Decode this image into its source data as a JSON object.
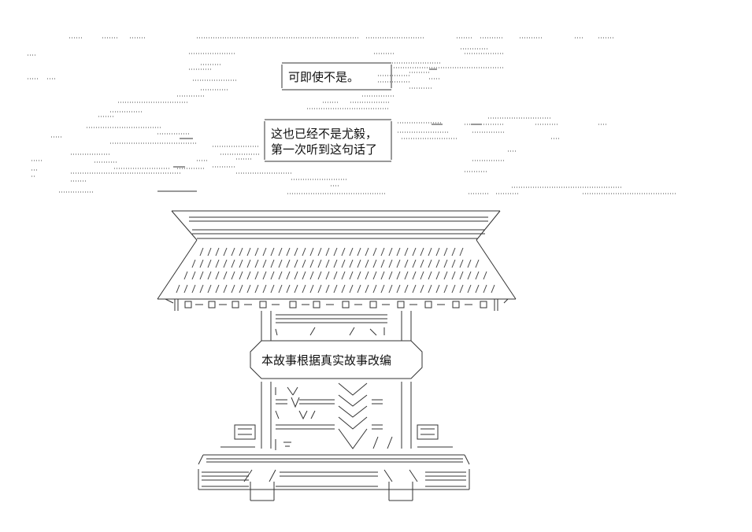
{
  "bubbles": {
    "top": "可即使不是。",
    "middle_line1": "这也已经不是尤毅，",
    "middle_line2": "第一次听到这句话了"
  },
  "sign": {
    "text": "本故事根据真实故事改编"
  }
}
